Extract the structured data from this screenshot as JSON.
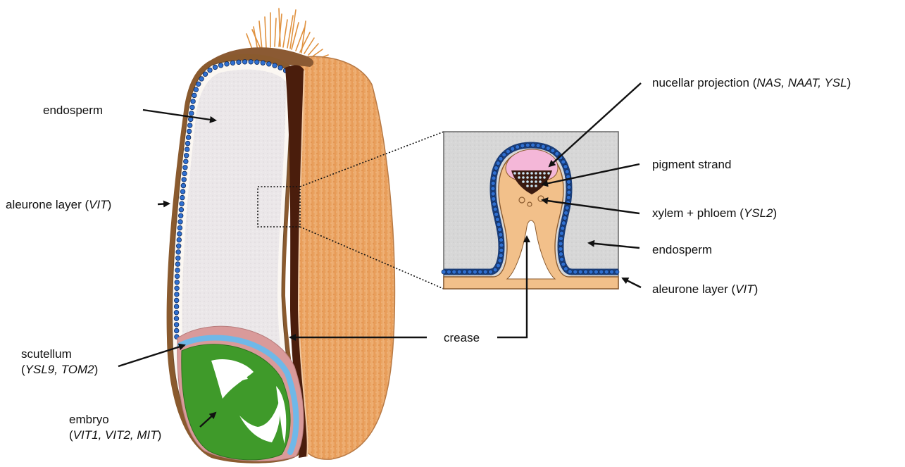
{
  "colors": {
    "endosperm": "#ece8ea",
    "seed_coat_outline": "#8a5a2e",
    "aleurone_cell": "#2f6fd0",
    "bran": "#e7a15e",
    "crease_dark": "#4a1d0c",
    "scutellum": "#d99a9a",
    "scutellum_band": "#6fb8e8",
    "embryo": "#3f9a2a",
    "embryo_inner": "#ffffff",
    "inset_bg": "#d6d6d6",
    "nucellar": "#f4b7d8",
    "vascular": "#f2c08a",
    "pigment_strand": "#3a1a10",
    "arrow": "#111111"
  },
  "icons": {
    "grain": "wheat-grain-cross-section",
    "inset": "crease-magnified-inset"
  },
  "labels": {
    "endosperm_left": "endosperm",
    "aleurone_left_prefix": "aleurone layer (",
    "aleurone_left_gene": "VIT",
    "aleurone_left_suffix": ")",
    "scutellum_line1": "scutellum",
    "scutellum_line2_prefix": "(",
    "scutellum_line2_genes": "YSL9, TOM2",
    "scutellum_line2_suffix": ")",
    "embryo_line1": "embryo",
    "embryo_line2_prefix": "(",
    "embryo_line2_genes": "VIT1, VIT2, MIT",
    "embryo_line2_suffix": ")",
    "crease": "crease",
    "nucellar_prefix": "nucellar projection (",
    "nucellar_genes": "NAS, NAAT, YSL",
    "nucellar_suffix": ")",
    "pigment_strand": "pigment strand",
    "xylem_prefix": "xylem + phloem (",
    "xylem_gene": "YSL2",
    "xylem_suffix": ")",
    "endosperm_right": "endosperm",
    "aleurone_right_prefix": "aleurone layer (",
    "aleurone_right_gene": "VIT",
    "aleurone_right_suffix": ")"
  }
}
